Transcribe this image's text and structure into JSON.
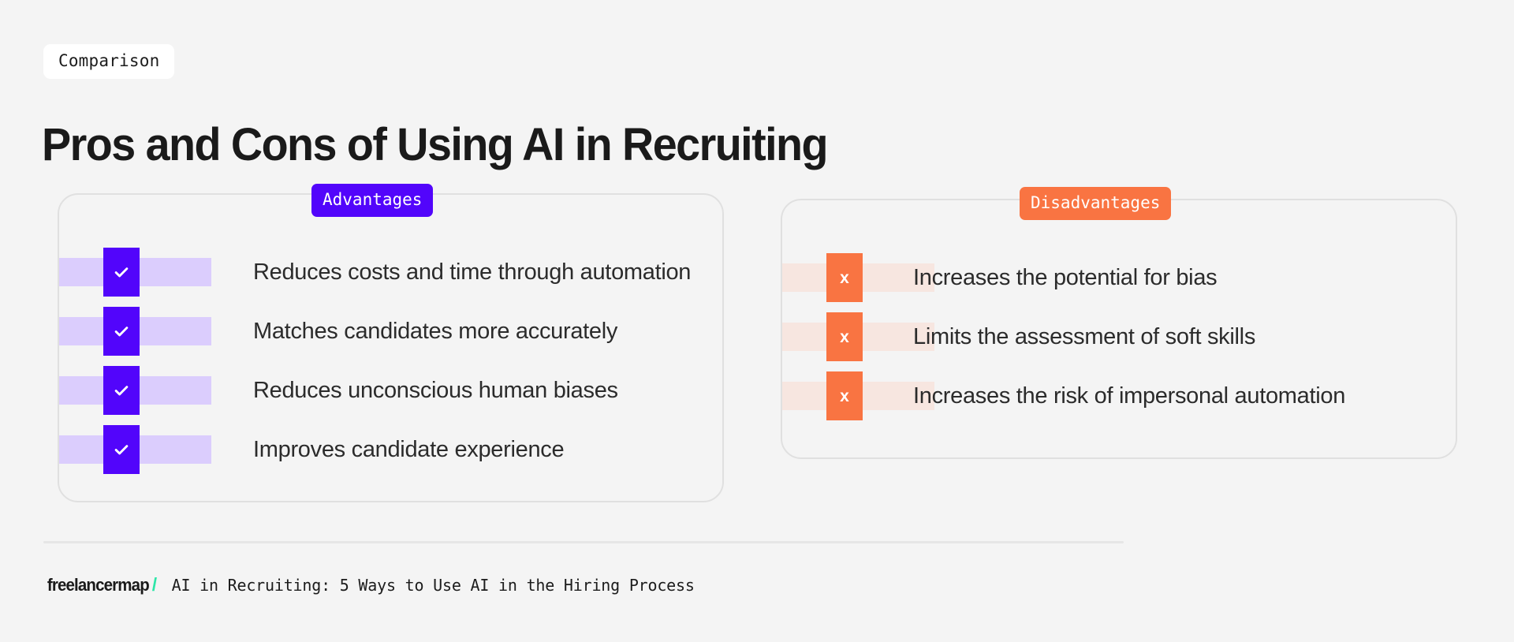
{
  "header": {
    "eyebrow": "Comparison",
    "title": "Pros and Cons of Using AI in Recruiting"
  },
  "colors": {
    "page_background": "#f4f4f4",
    "advantage_accent": "#5205fb",
    "advantage_bar": "#dbcdfd",
    "disadvantage_accent": "#f97442",
    "disadvantage_bar": "#f7e6e0",
    "card_border": "#e0e0e0",
    "title_text": "#1a1a1a",
    "body_text": "#2b2b2b",
    "brand_slash": "#2ee6a8"
  },
  "columns": {
    "advantages": {
      "badge": "Advantages",
      "marker_icon": "check-icon",
      "marker_glyph": "✓",
      "items": [
        "Reduces costs and time through automation",
        "Matches candidates more accurately",
        "Reduces unconscious human biases",
        "Improves candidate experience"
      ]
    },
    "disadvantages": {
      "badge": "Disadvantages",
      "marker_icon": "cross-icon",
      "marker_glyph": "x",
      "items": [
        "Increases the potential for bias",
        "Limits the assessment of soft skills",
        "Increases the risk of impersonal automation"
      ]
    }
  },
  "footer": {
    "brand_name": "freelancermap",
    "brand_slash": "/",
    "caption": "AI in Recruiting: 5 Ways to Use AI in the Hiring Process"
  }
}
